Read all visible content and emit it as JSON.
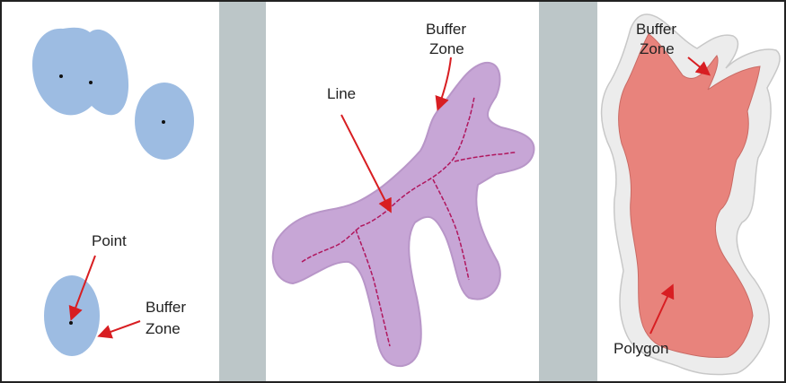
{
  "panels": [
    {
      "id": "point",
      "labels": {
        "feature": "Point",
        "buffer_line1": "Buffer",
        "buffer_line2": "Zone"
      }
    },
    {
      "id": "line",
      "labels": {
        "feature": "Line",
        "buffer_line1": "Buffer",
        "buffer_line2": "Zone"
      }
    },
    {
      "id": "polygon",
      "labels": {
        "feature": "Polygon",
        "buffer_line1": "Buffer",
        "buffer_line2": "Zone"
      }
    }
  ],
  "colors": {
    "separator": "#bcc6c8",
    "point_buffer": "#9dbce2",
    "line_buffer": "#c7a6d6",
    "line_feature": "#b0175e",
    "polygon_buffer": "#ececec",
    "polygon_feature": "#e8837c",
    "arrow": "#d81e22",
    "text": "#222222"
  }
}
